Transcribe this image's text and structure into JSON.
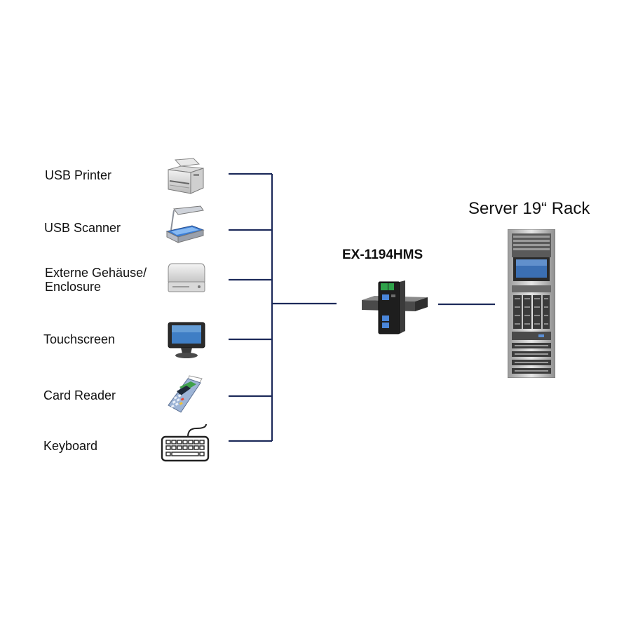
{
  "devices": [
    {
      "id": "printer",
      "label": "USB Printer",
      "icon": "printer-icon"
    },
    {
      "id": "scanner",
      "label": "USB Scanner",
      "icon": "scanner-icon"
    },
    {
      "id": "enclosure",
      "label_line1": "Externe Gehäuse/",
      "label_line2": "Enclosure",
      "icon": "drive-enclosure-icon"
    },
    {
      "id": "touchscreen",
      "label": "Touchscreen",
      "icon": "touchscreen-monitor-icon"
    },
    {
      "id": "card_reader",
      "label": "Card Reader",
      "icon": "card-reader-icon"
    },
    {
      "id": "keyboard",
      "label": "Keyboard",
      "icon": "keyboard-icon"
    }
  ],
  "hub": {
    "label": "EX-1194HMS",
    "icon": "usb-hub-din-rail-icon"
  },
  "server": {
    "label": "Server 19“ Rack",
    "icon": "server-rack-icon"
  },
  "colors": {
    "connector_line": "#1d2a5a",
    "text": "#111111",
    "background": "#ffffff"
  }
}
